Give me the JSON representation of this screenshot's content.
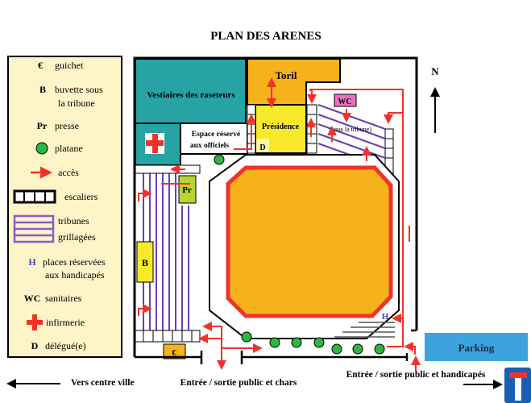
{
  "title": "PLAN DES ARENES",
  "legend": {
    "guichet": {
      "symbol": "€",
      "label": "guichet"
    },
    "buvette": {
      "symbol": "B",
      "label1": "buvette sous",
      "label2": "la tribune"
    },
    "presse": {
      "symbol": "Pr",
      "label": "presse"
    },
    "platane": {
      "label": "platane"
    },
    "acces": {
      "label": "accès"
    },
    "escaliers": {
      "label": "escaliers"
    },
    "tribunes": {
      "label1": "tribunes",
      "label2": "grillagées"
    },
    "handicapes": {
      "symbol": "H",
      "label1": "places réservées",
      "label2": "aux handicapés"
    },
    "sanitaires": {
      "symbol": "WC",
      "label": "sanitaires"
    },
    "infirmerie": {
      "label": "infirmerie"
    },
    "delegue": {
      "symbol": "D",
      "label": "délégué(e)"
    }
  },
  "map": {
    "vestiaires": "Vestiaires des raseteurs",
    "toril": "Toril",
    "presidence": "Présidence",
    "delegue": "D",
    "espace1": "Espace réservé",
    "espace2": "aux officiels",
    "wc": "WC",
    "sous_tribune": "(sous la tribune)",
    "presse": "Pr",
    "buvette": "B",
    "guichet": "€",
    "handicapes": "H",
    "parking": "Parking",
    "north": "N",
    "exit_chars": "Entrée / sortie public et chars",
    "exit_handicapes": "Entrée / sortie public et handicapés",
    "centre_ville": "Vers centre ville"
  },
  "colors": {
    "teal": "#27a3a6",
    "orange": "#f5b21b",
    "yellow": "#f8ea2a",
    "red": "#f0332a",
    "purple": "#6a3fb4",
    "green": "#2fb544",
    "parking": "#3da3df",
    "pink": "#ea6fc0"
  }
}
